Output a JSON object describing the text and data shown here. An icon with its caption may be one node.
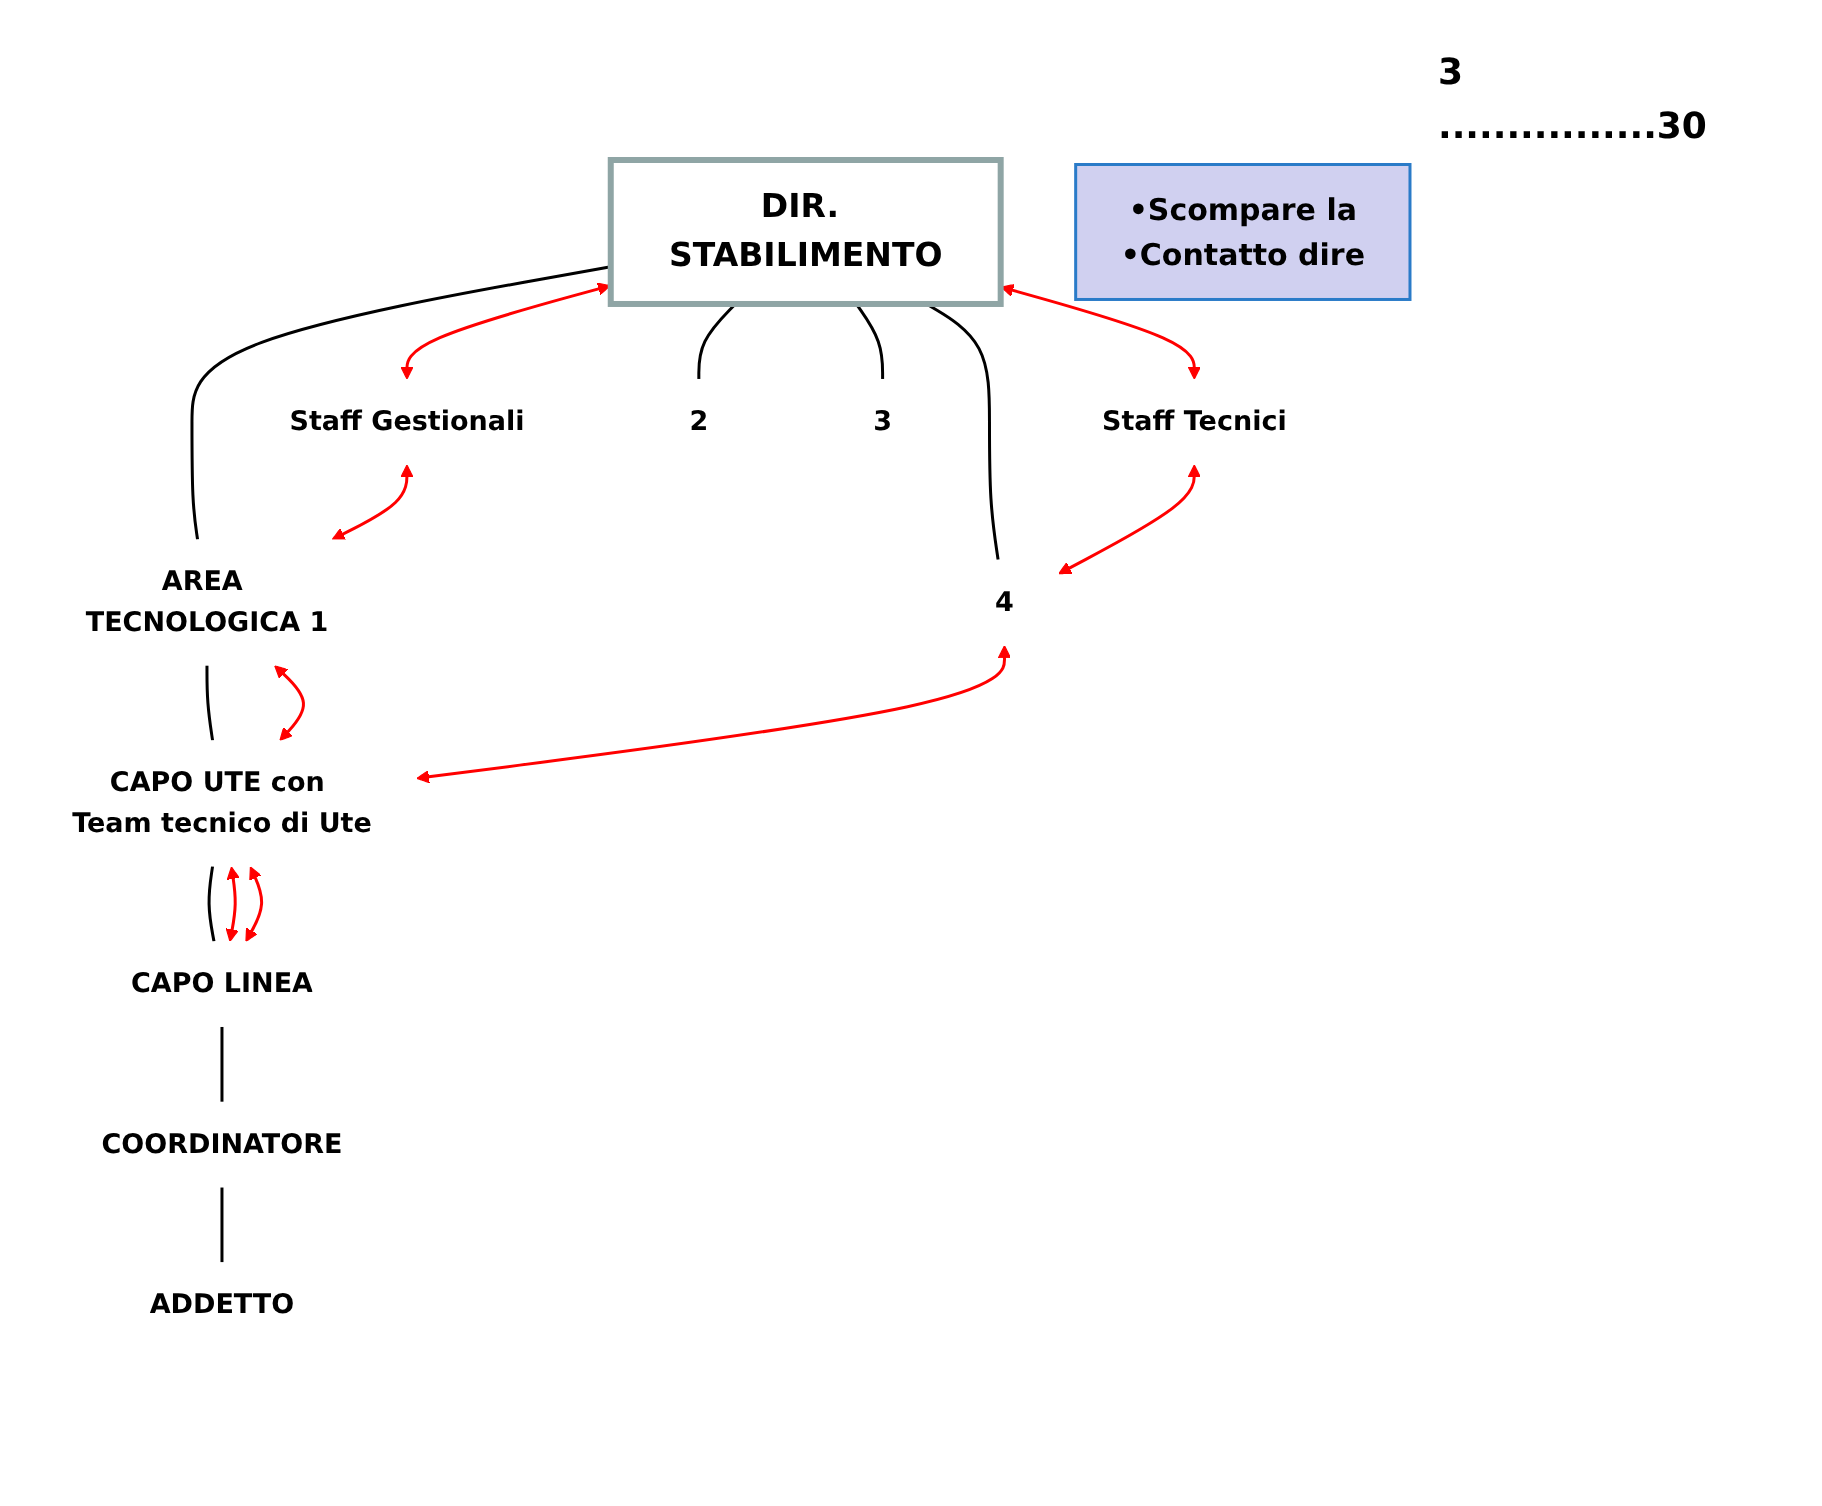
{
  "diagram": {
    "nodes": [
      {
        "text": [
          "DIR. STABILIMENTO"
        ]
      },
      {
        "text": [
          "Staff Gestionali"
        ]
      },
      {
        "text": [
          "Staff Tecnici"
        ]
      },
      {
        "text": [
          "AREA TECNOLOGICA 1"
        ]
      },
      {
        "text": [
          "2"
        ]
      },
      {
        "text": [
          "3"
        ]
      },
      {
        "text": [
          "4"
        ]
      },
      {
        "text": [
          "CAPO UTE con Team tecnico di Ute"
        ]
      },
      {
        "text": [
          "CAPO LINEA"
        ]
      },
      {
        "text": [
          "COORDINATORE"
        ]
      },
      {
        "text": [
          "ADDETTO"
        ]
      },
      {
        "text": [
          "•Scompare la",
          "•Contatto dire"
        ]
      }
    ],
    "edges": [
      {
        "from": 0,
        "to": 3,
        "arrow": "none"
      },
      {
        "from": 0,
        "to": 4,
        "arrow": "none"
      },
      {
        "from": 0,
        "to": 5,
        "arrow": "none"
      },
      {
        "from": 0,
        "to": 6,
        "arrow": "none"
      },
      {
        "from": 3,
        "to": 7,
        "arrow": "none"
      },
      {
        "from": 7,
        "to": 8,
        "arrow": "none"
      },
      {
        "from": 8,
        "to": 9,
        "arrow": "none"
      },
      {
        "from": 9,
        "to": 10,
        "arrow": "none"
      },
      {
        "from": 0,
        "to": 1,
        "arrow": "both",
        "color": "#ff0000"
      },
      {
        "from": 0,
        "to": 2,
        "arrow": "both",
        "color": "#ff0000"
      },
      {
        "from": 1,
        "to": 3,
        "arrow": "both",
        "color": "#ff0000"
      },
      {
        "from": 2,
        "to": 6,
        "arrow": "both",
        "color": "#ff0000"
      },
      {
        "from": 3,
        "to": 7,
        "arrow": "both",
        "color": "#ff0000"
      },
      {
        "from": 6,
        "to": 7,
        "arrow": "both",
        "color": "#ff0000"
      },
      {
        "from": 7,
        "to": 8,
        "arrow": "both",
        "color": "#ff0000"
      },
      {
        "from": 7,
        "to": 8,
        "arrow": "both",
        "color": "#ff0000"
      }
    ],
    "labels": [
      "3",
      "................30"
    ]
  }
}
